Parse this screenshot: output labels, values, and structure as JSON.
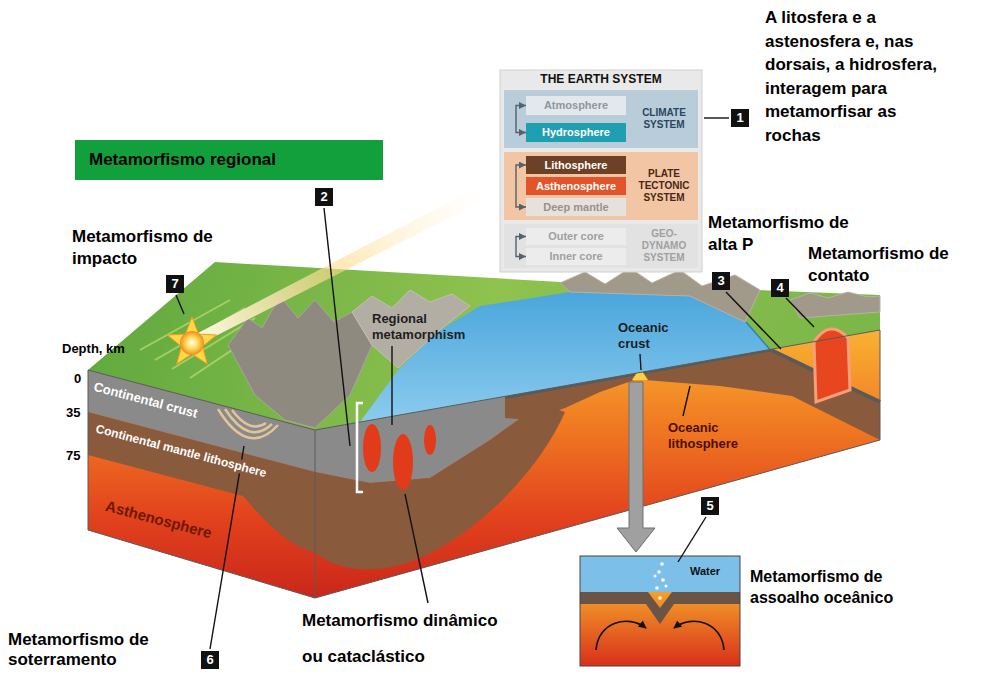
{
  "diagram": {
    "nodes": [
      {
        "text": [
          "THE EARTH SYSTEM"
        ]
      },
      {
        "text": [
          "CLIMATE SYSTEM"
        ],
        "in": 0
      },
      {
        "text": [
          "Atmosphere"
        ],
        "in": 1
      },
      {
        "text": [
          "Hydrosphere"
        ],
        "in": 1
      },
      {
        "text": [
          "PLATE TECTONIC SYSTEM"
        ],
        "in": 0
      },
      {
        "text": [
          "Lithosphere"
        ],
        "in": 4
      },
      {
        "text": [
          "Asthenosphere"
        ],
        "in": 4
      },
      {
        "text": [
          "Deep mantle"
        ],
        "in": 4
      },
      {
        "text": [
          "GEO-DYNAMO SYSTEM"
        ],
        "in": 0
      },
      {
        "text": [
          "Outer core"
        ],
        "in": 8
      },
      {
        "text": [
          "Inner core"
        ],
        "in": 8
      },
      {
        "text": [
          "Metamorfismo regional"
        ]
      }
    ],
    "edges": [
      {
        "from": 2,
        "to": 3,
        "arrow": "both"
      },
      {
        "from": 5,
        "to": 7,
        "arrow": "both"
      },
      {
        "from": 9,
        "to": 10,
        "arrow": "both"
      }
    ],
    "labels": [
      "A litosfera e a astenosfera e, nas dorsais, a hidrosfera, interagem para metamorfisar as rochas",
      "1",
      "2",
      "Metamorfismo de impacto",
      "7",
      "Metamorfismo de alta P",
      "Metamorfismo de contato",
      "3",
      "4",
      "Depth, km",
      "0",
      "35",
      "75",
      "Regional metamorphism",
      "Oceanic crust",
      "Continental crust",
      "Continental mantle lithosphere",
      "Oceanic lithosphere",
      "Asthenosphere",
      "5",
      "Water",
      "Metamorfismo de assoalho oceânico",
      "Metamorfismo de soterramento",
      "6",
      "Metamorfismo dinâmico ou cataclástico"
    ]
  }
}
